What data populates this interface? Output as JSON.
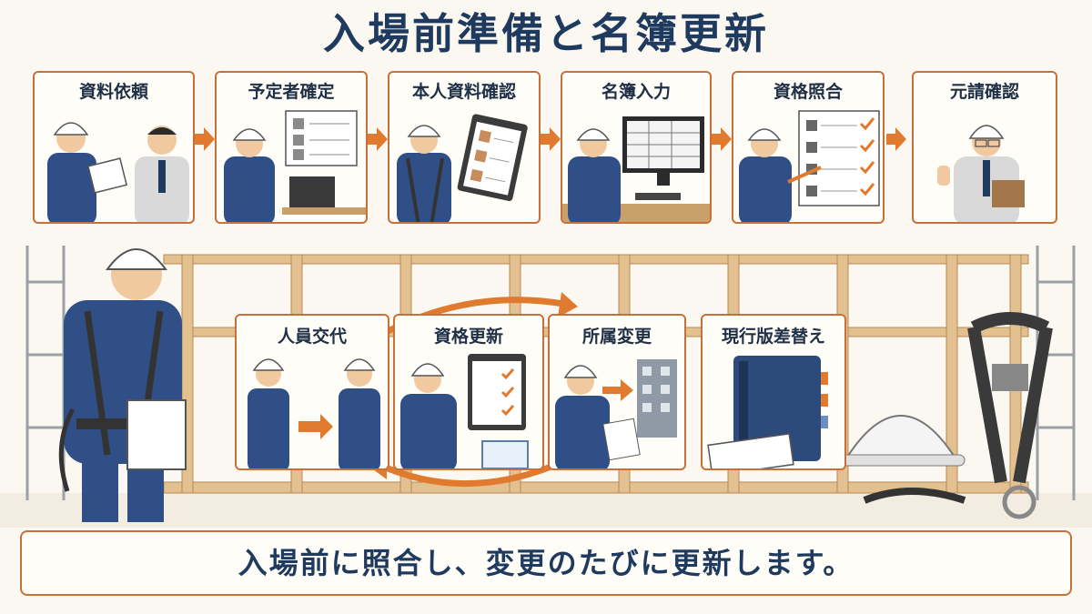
{
  "title": "入場前準備と名簿更新",
  "steps": [
    {
      "label": "資料依頼"
    },
    {
      "label": "予定者確定"
    },
    {
      "label": "本人資料確認"
    },
    {
      "label": "名簿入力"
    },
    {
      "label": "資格照合"
    },
    {
      "label": "元請確認"
    }
  ],
  "updates": [
    {
      "label": "人員交代"
    },
    {
      "label": "資格更新"
    },
    {
      "label": "所属変更"
    },
    {
      "label": "現行版差替え"
    }
  ],
  "summary": "入場前に照合し、変更のたびに更新します。",
  "colors": {
    "accent": "#e07a2e",
    "navy": "#1f3a5f",
    "workwear": "#2f4f86",
    "timber": "#e3c08f",
    "border": "#c8703a"
  },
  "icons": [
    "hard-hat-icon",
    "clipboard-icon",
    "laptop-icon",
    "monitor-icon",
    "checklist-icon",
    "building-icon",
    "binder-icon",
    "safety-harness-icon"
  ]
}
